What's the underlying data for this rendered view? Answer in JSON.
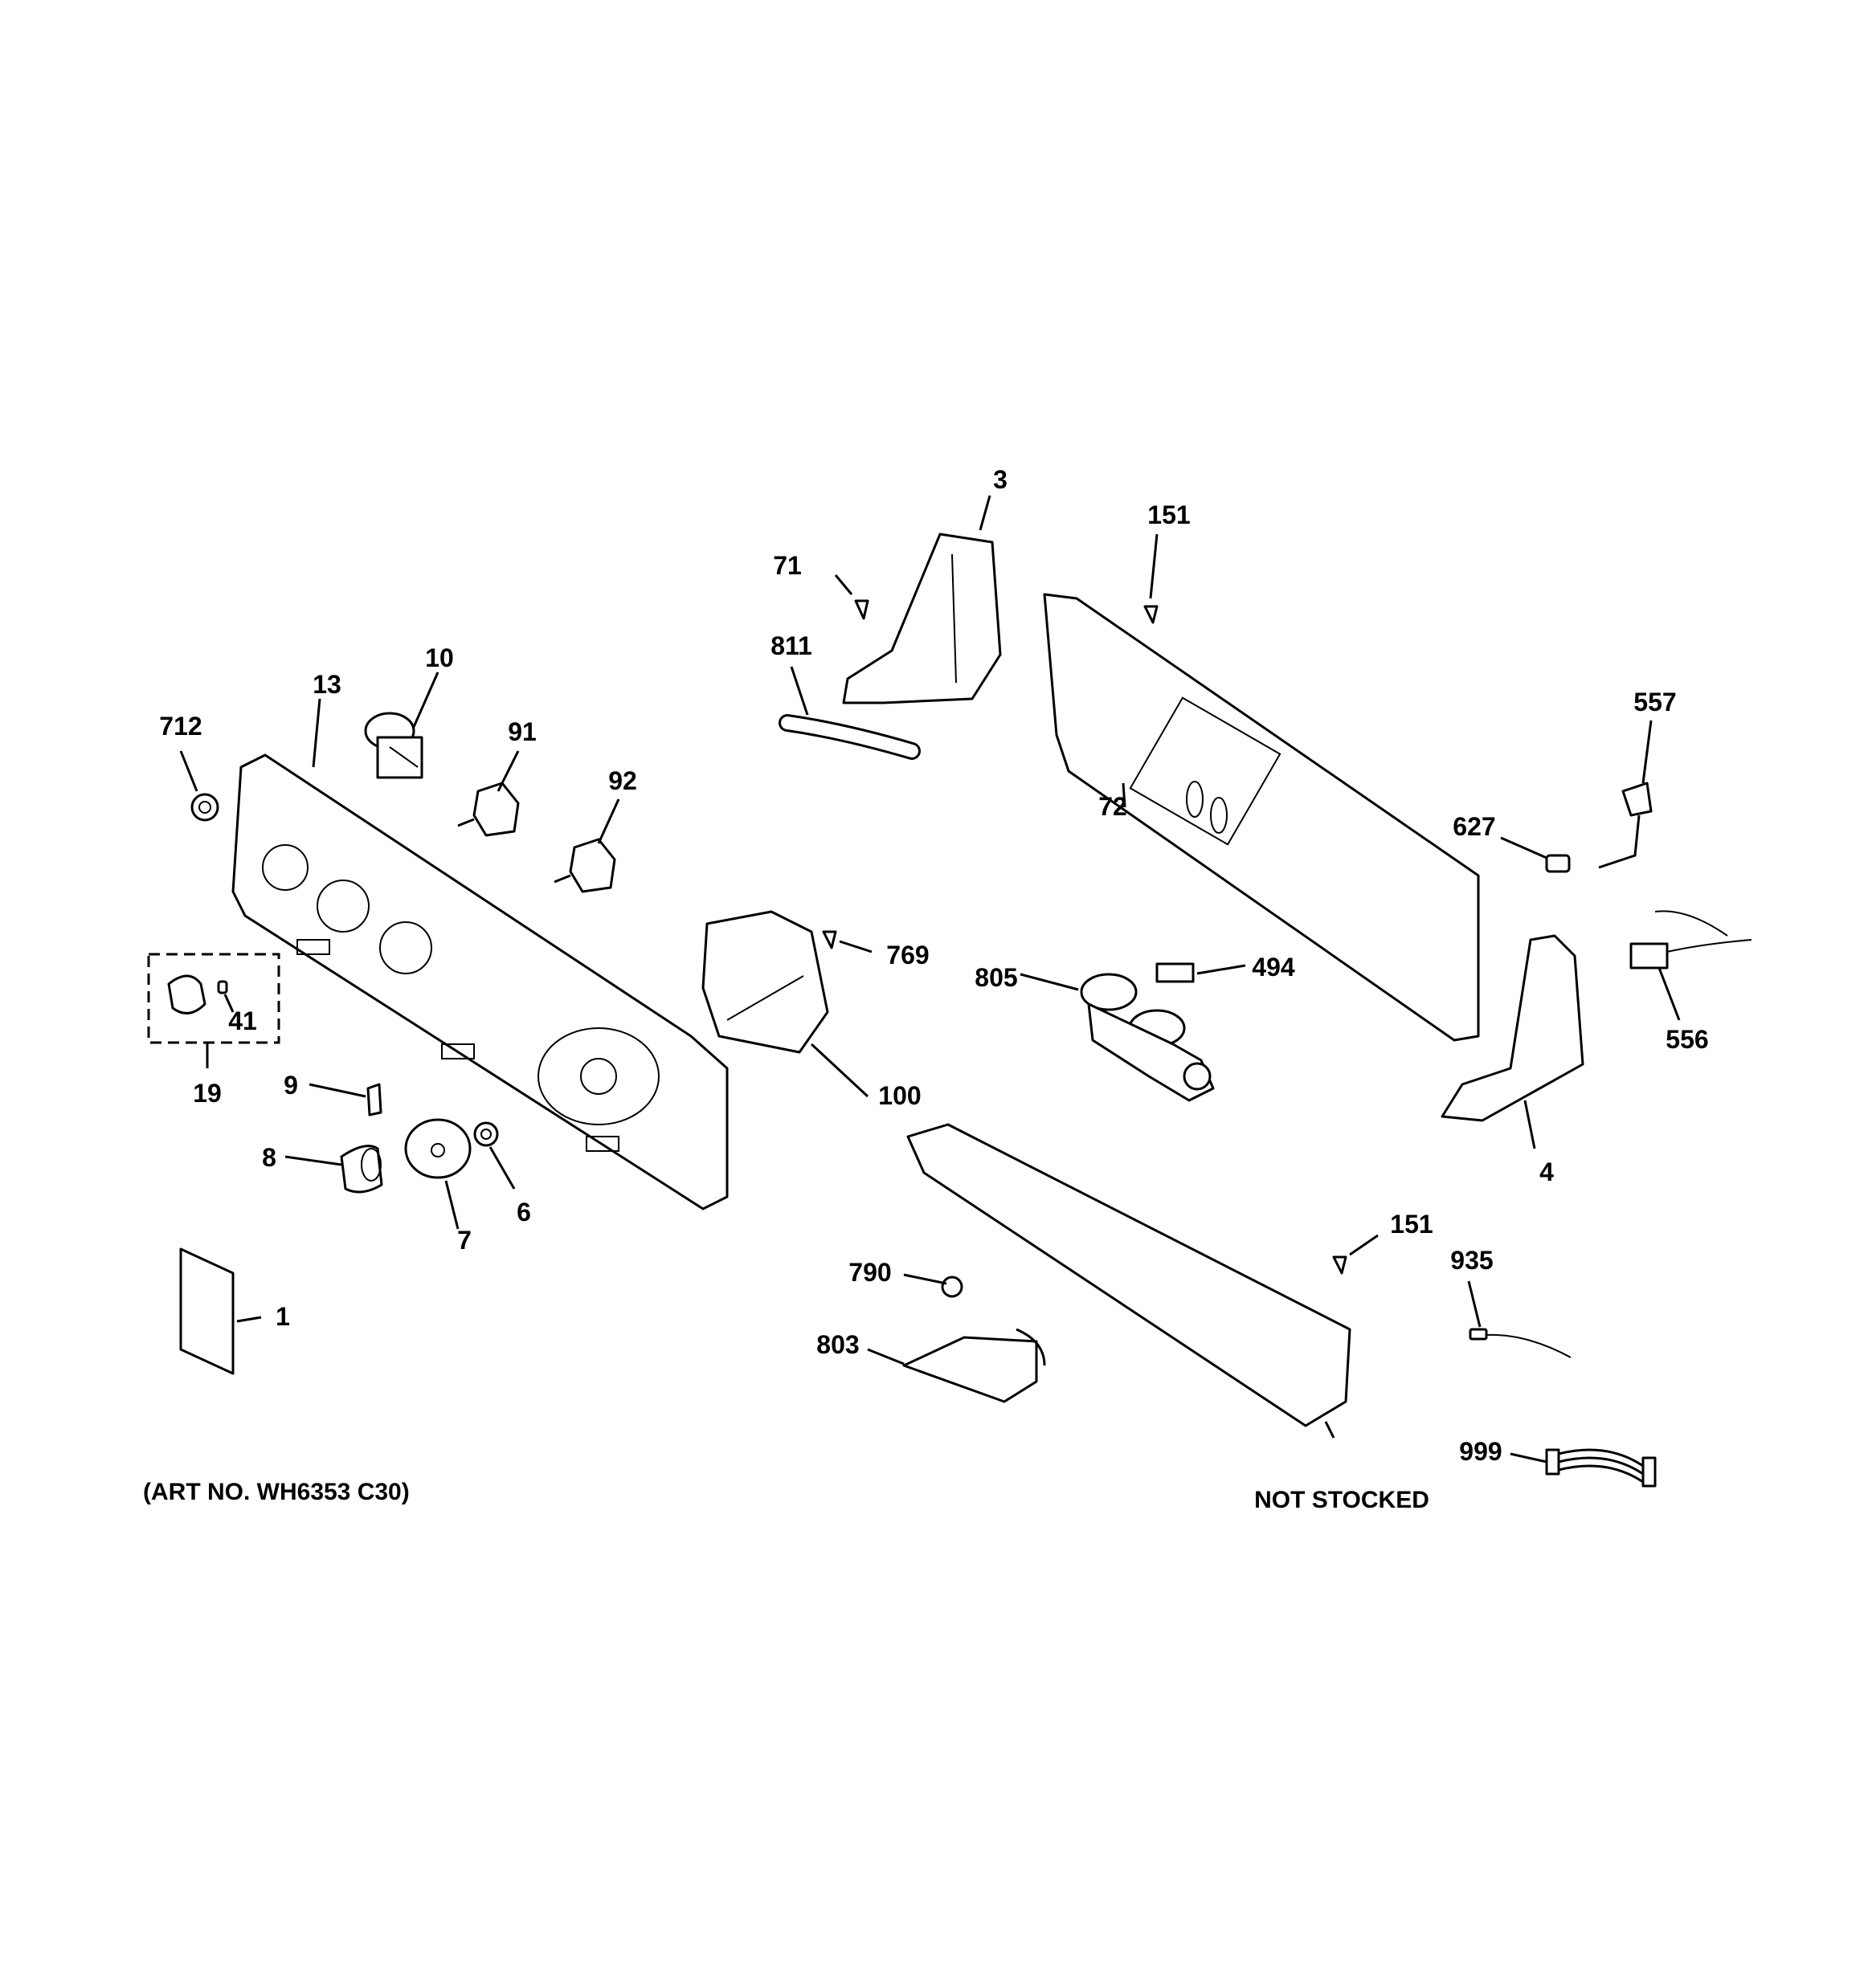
{
  "diagram": {
    "art_number": "(ART NO. WH6353 C30)",
    "not_stocked": "NOT STOCKED",
    "labels": {
      "p1": "1",
      "p3": "3",
      "p4": "4",
      "p6": "6",
      "p7": "7",
      "p8": "8",
      "p9": "9",
      "p10": "10",
      "p13": "13",
      "p19": "19",
      "p41": "41",
      "p71": "71",
      "p72": "72",
      "p91": "91",
      "p92": "92",
      "p100": "100",
      "p151a": "151",
      "p151b": "151",
      "p494": "494",
      "p556": "556",
      "p557": "557",
      "p627": "627",
      "p712": "712",
      "p769": "769",
      "p790": "790",
      "p803": "803",
      "p805": "805",
      "p811": "811",
      "p935": "935",
      "p999": "999"
    }
  }
}
